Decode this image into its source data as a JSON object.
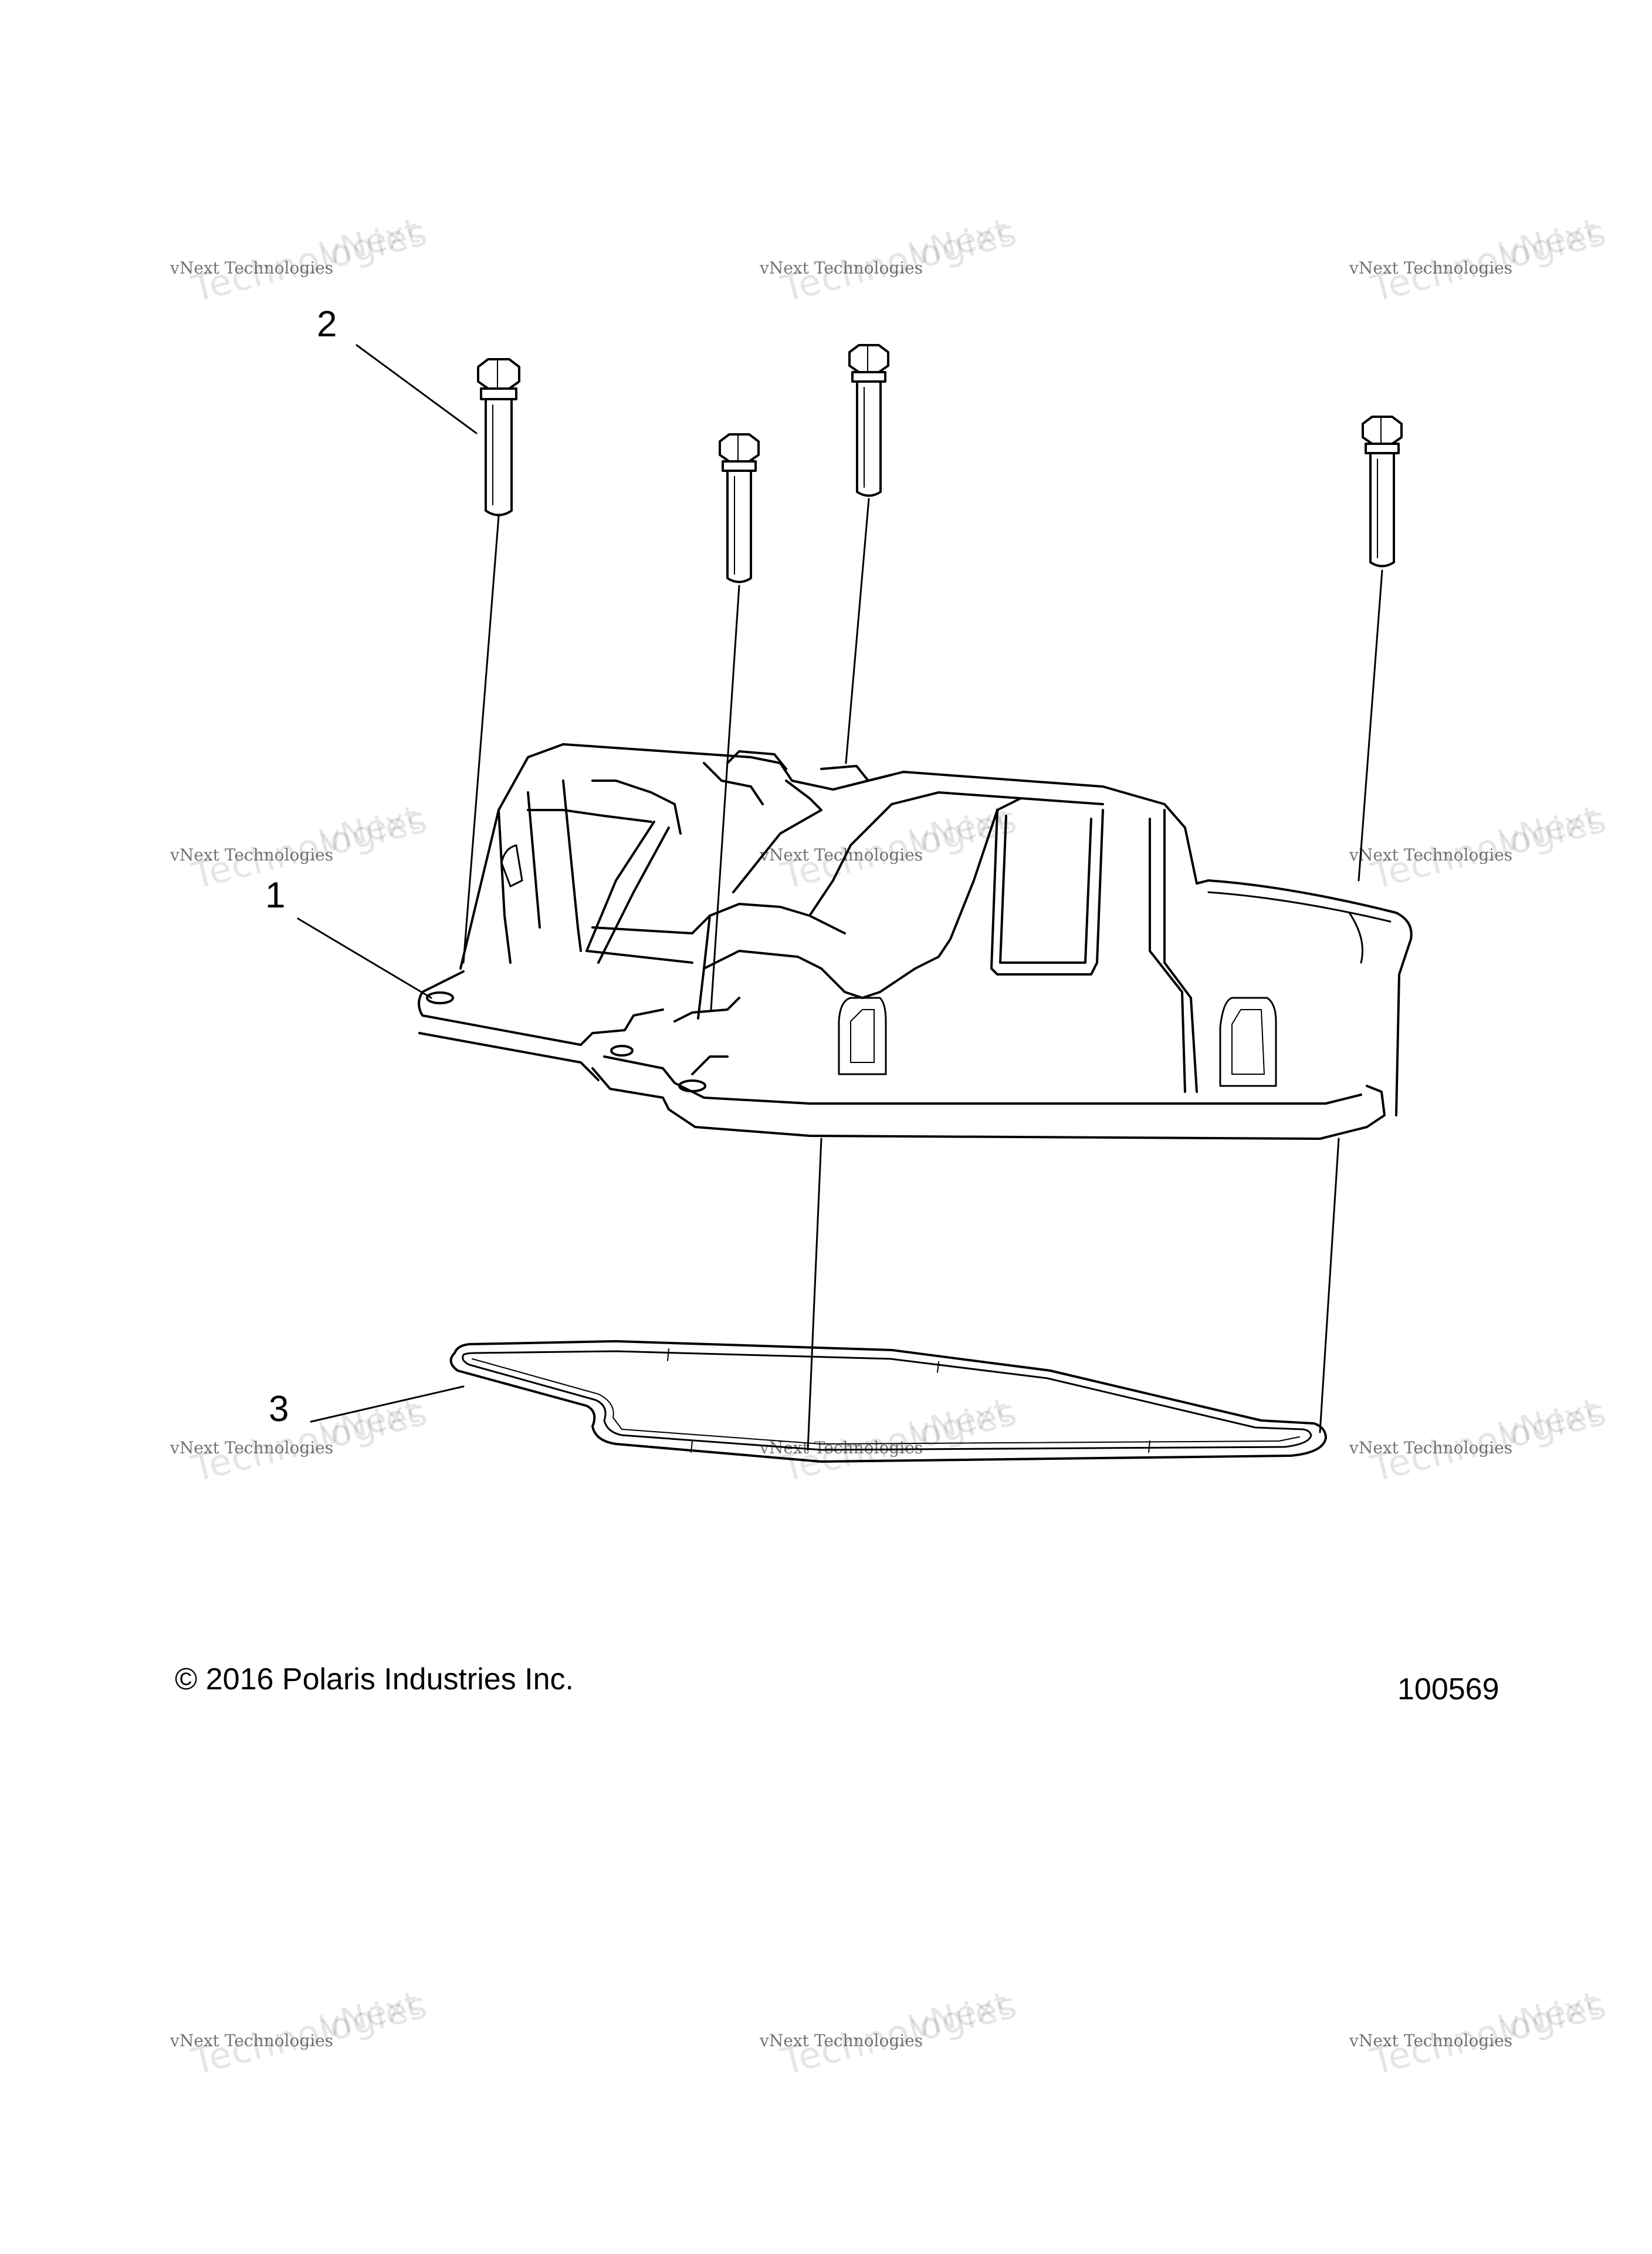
{
  "callouts": [
    {
      "id": "1",
      "label": "1"
    },
    {
      "id": "2",
      "label": "2"
    },
    {
      "id": "3",
      "label": "3"
    }
  ],
  "footer": {
    "copyright": "© 2016 Polaris Industries Inc.",
    "figure_number": "100569"
  },
  "watermark": {
    "small_text": "vNext Technologies",
    "big_text_1": "Technologies",
    "big_text_2": "vNext"
  }
}
